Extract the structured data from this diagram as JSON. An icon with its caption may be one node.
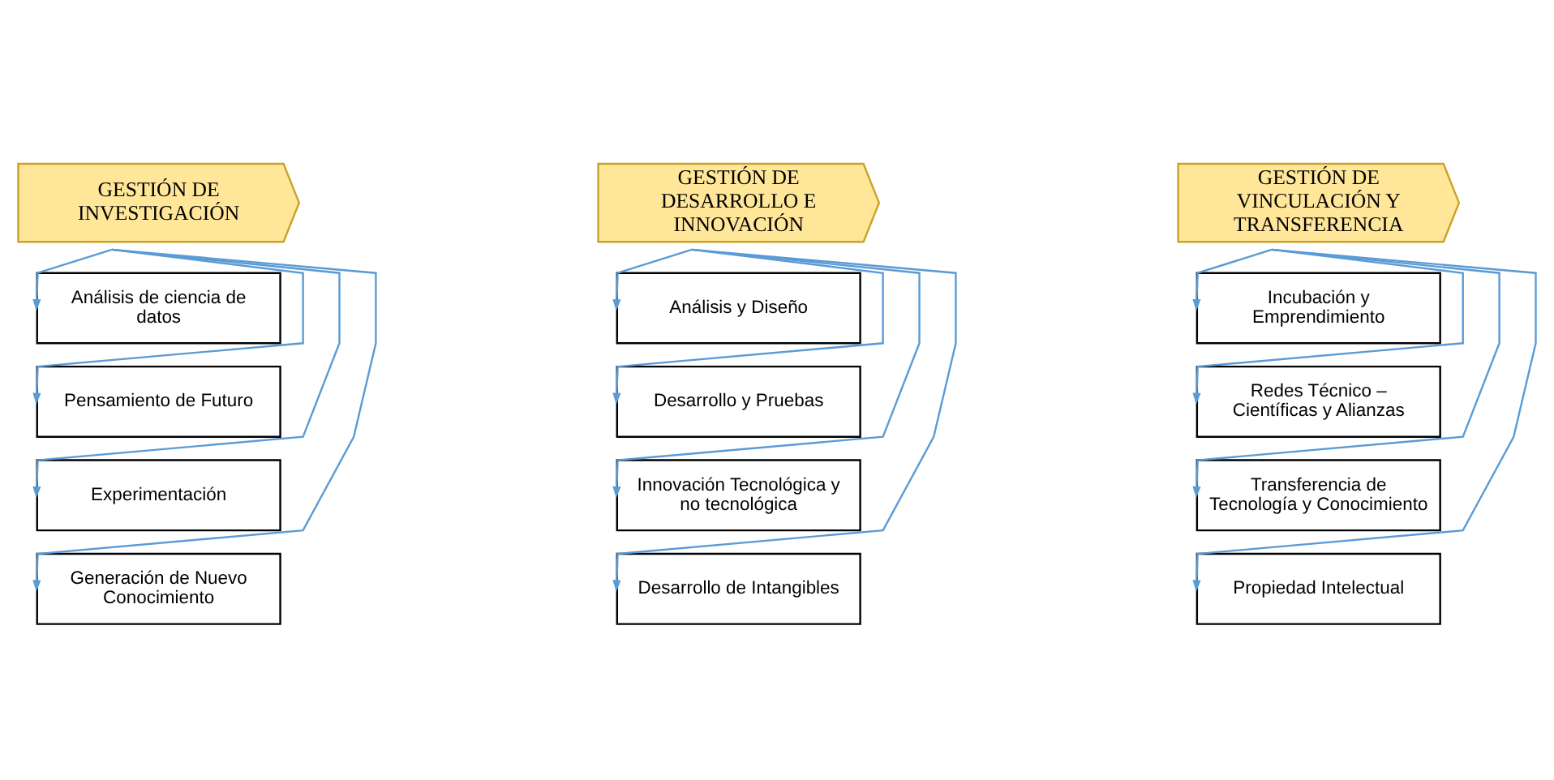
{
  "diagram": {
    "nodes": [
      {
        "text": [
          "GESTIÓN DE INVESTIGACIÓN"
        ]
      },
      {
        "text": [
          "GESTIÓN DE DESARROLLO E INNOVACIÓN"
        ]
      },
      {
        "text": [
          "GESTIÓN DE VINCULACIÓN Y TRANSFERENCIA"
        ]
      },
      {
        "text": [
          "Análisis de ciencia de datos"
        ]
      },
      {
        "text": [
          "Pensamiento de Futuro"
        ]
      },
      {
        "text": [
          "Experimentación"
        ]
      },
      {
        "text": [
          "Generación de Nuevo Conocimiento"
        ]
      },
      {
        "text": [
          "Análisis y Diseño"
        ]
      },
      {
        "text": [
          "Desarrollo y Pruebas"
        ]
      },
      {
        "text": [
          "Innovación Tecnológica y no tecnológica"
        ]
      },
      {
        "text": [
          "Desarrollo de Intangibles"
        ]
      },
      {
        "text": [
          "Incubación y Emprendimiento"
        ]
      },
      {
        "text": [
          "Redes Técnico – Científicas y Alianzas"
        ]
      },
      {
        "text": [
          "Transferencia de Tecnología y Conocimiento"
        ]
      },
      {
        "text": [
          "Propiedad Intelectual"
        ]
      }
    ],
    "edges": [
      {
        "from": 0,
        "to": 3,
        "arrow": "to"
      },
      {
        "from": 0,
        "to": 4,
        "arrow": "to"
      },
      {
        "from": 0,
        "to": 5,
        "arrow": "to"
      },
      {
        "from": 0,
        "to": 6,
        "arrow": "to"
      },
      {
        "from": 1,
        "to": 7,
        "arrow": "to"
      },
      {
        "from": 1,
        "to": 8,
        "arrow": "to"
      },
      {
        "from": 1,
        "to": 9,
        "arrow": "to"
      },
      {
        "from": 1,
        "to": 10,
        "arrow": "to"
      },
      {
        "from": 2,
        "to": 11,
        "arrow": "to"
      },
      {
        "from": 2,
        "to": 12,
        "arrow": "to"
      },
      {
        "from": 2,
        "to": 13,
        "arrow": "to"
      },
      {
        "from": 2,
        "to": 14,
        "arrow": "to"
      }
    ]
  }
}
